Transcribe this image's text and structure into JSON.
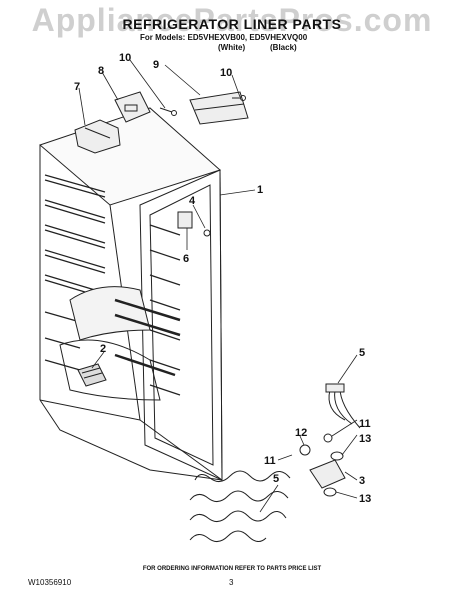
{
  "watermark": "AppliancePartsPros.com",
  "header": {
    "title": "REFRIGERATOR LINER PARTS",
    "models": "For Models: ED5VHEXVB00, ED5VHEXVQ00",
    "variant_white": "(White)",
    "variant_black": "(Black)"
  },
  "callouts": [
    "10",
    "9",
    "10",
    "8",
    "7",
    "1",
    "4",
    "6",
    "2",
    "5",
    "11",
    "13",
    "12",
    "11",
    "5",
    "3",
    "13"
  ],
  "footer": {
    "note": "FOR ORDERING INFORMATION REFER TO PARTS PRICE LIST",
    "doc_number": "W10356910",
    "page_number": "3"
  }
}
